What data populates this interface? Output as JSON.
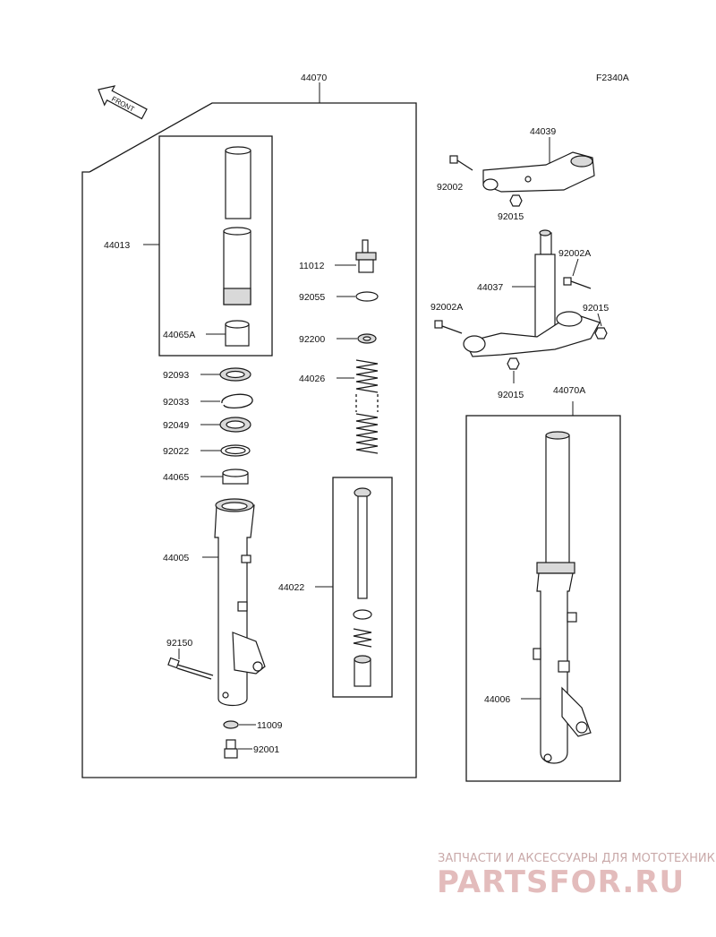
{
  "figure_code": "F2340A",
  "front_arrow_label": "FRONT",
  "labels": {
    "l44070": "44070",
    "l44013": "44013",
    "l44065A": "44065A",
    "l92093": "92093",
    "l92033": "92033",
    "l92049": "92049",
    "l92022": "92022",
    "l44065": "44065",
    "l44005": "44005",
    "l92150": "92150",
    "l11009": "11009",
    "l92001": "92001",
    "l11012": "11012",
    "l92055": "92055",
    "l92200": "92200",
    "l44026": "44026",
    "l44022": "44022",
    "l44039": "44039",
    "l92002": "92002",
    "l92015a": "92015",
    "l92002Aa": "92002A",
    "l44037": "44037",
    "l92002Ab": "92002A",
    "l92015b": "92015",
    "l92015c": "92015",
    "l44070A": "44070A",
    "l44006": "44006"
  },
  "watermark": {
    "caption": "ЗАПЧАСТИ И АКСЕССУАРЫ ДЛЯ МОТОТЕХНИКИ",
    "brand": "PARTSFOR.RU"
  }
}
